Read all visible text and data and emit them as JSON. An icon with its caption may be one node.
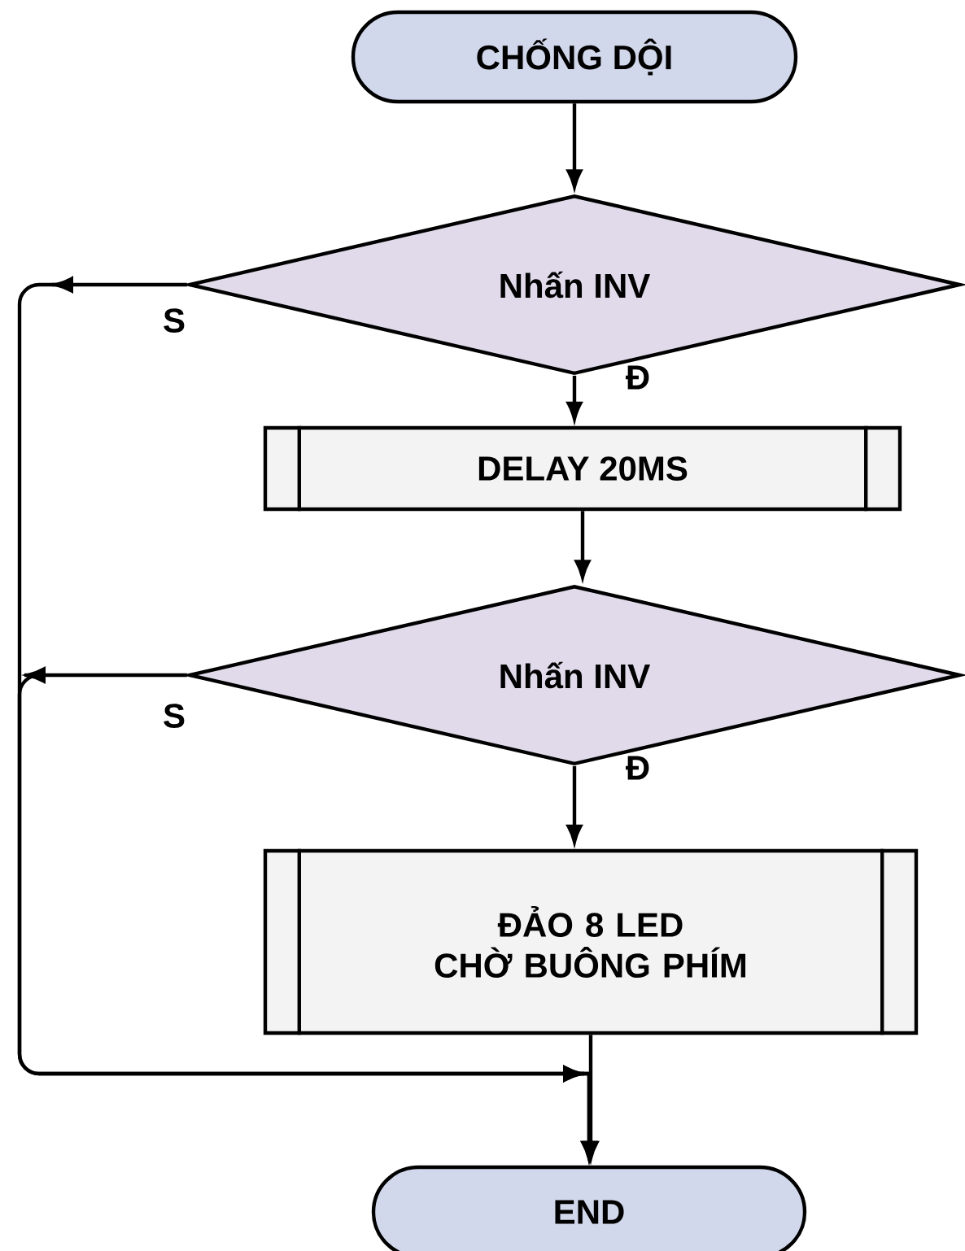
{
  "diagram": {
    "nodes": [
      {
        "text": [
          "CHỐNG DỘI"
        ]
      },
      {
        "text": [
          "Nhấn INV"
        ]
      },
      {
        "text": [
          "DELAY 20MS"
        ]
      },
      {
        "text": [
          "Nhấn INV"
        ]
      },
      {
        "text": [
          "ĐẢO 8 LED CHỜ BUÔNG PHÍM"
        ]
      },
      {
        "text": [
          "END"
        ]
      }
    ],
    "edges": [
      {
        "from": 0,
        "to": 1,
        "arrow": "to"
      },
      {
        "from": 1,
        "to": 2,
        "arrow": "to",
        "label": "Đ"
      },
      {
        "from": 2,
        "to": 3,
        "arrow": "to"
      },
      {
        "from": 3,
        "to": 4,
        "arrow": "to",
        "label": "Đ"
      },
      {
        "from": 4,
        "to": 5,
        "arrow": "to"
      },
      {
        "from": 1,
        "to": 5,
        "arrow": "to",
        "label": "S"
      },
      {
        "from": 3,
        "to": 5,
        "arrow": "to",
        "label": "S"
      }
    ]
  }
}
